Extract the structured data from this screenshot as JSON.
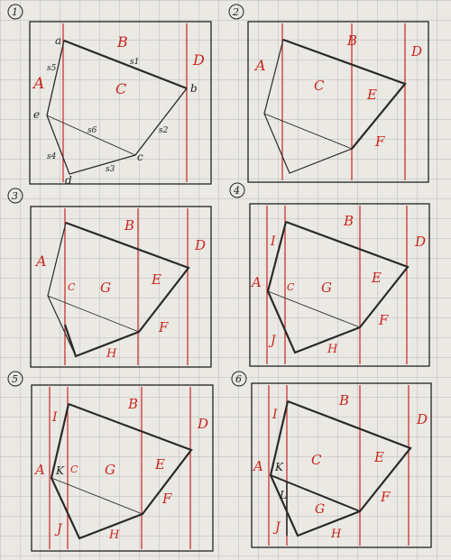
{
  "colors": {
    "paper": "#ebe9e4",
    "grid": "#b9b9bb",
    "ink": "#1e1e1e",
    "red": "#c8261e"
  },
  "panels": [
    {
      "number": "1",
      "regions": [
        "A",
        "B",
        "C",
        "D"
      ],
      "vertices": [
        "a",
        "b",
        "c",
        "d",
        "e"
      ],
      "segments": [
        "s1",
        "s2",
        "s3",
        "s4",
        "s5",
        "s6"
      ]
    },
    {
      "number": "2",
      "regions": [
        "A",
        "B",
        "C",
        "D",
        "E",
        "F"
      ]
    },
    {
      "number": "3",
      "regions": [
        "A",
        "B",
        "C",
        "D",
        "E",
        "F",
        "G",
        "H"
      ]
    },
    {
      "number": "4",
      "regions": [
        "A",
        "B",
        "C",
        "D",
        "E",
        "F",
        "G",
        "H",
        "I",
        "J"
      ]
    },
    {
      "number": "5",
      "regions": [
        "A",
        "B",
        "C",
        "D",
        "E",
        "F",
        "G",
        "H",
        "I",
        "J",
        "K"
      ]
    },
    {
      "number": "6",
      "regions": [
        "A",
        "B",
        "C",
        "D",
        "E",
        "F",
        "G",
        "H",
        "I",
        "J",
        "K",
        "L"
      ]
    }
  ]
}
